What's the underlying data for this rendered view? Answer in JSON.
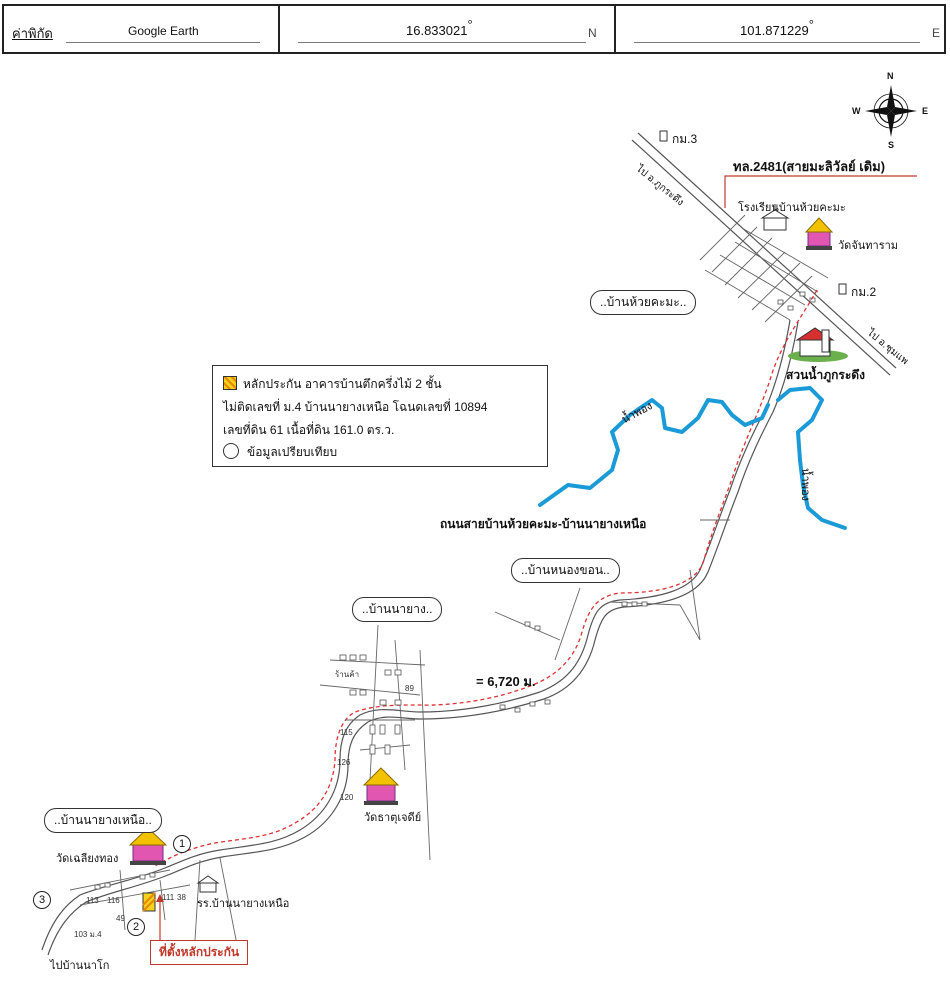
{
  "coordinates": {
    "label": "ค่าพิกัด",
    "source": "Google Earth",
    "lat": "16.833021",
    "lat_hemi": "N",
    "lon": "101.871229",
    "lon_hemi": "E",
    "degree_symbol": "°"
  },
  "compass": {
    "n": "N",
    "s": "S",
    "e": "E",
    "w": "W"
  },
  "places": {
    "km3": "กม.3",
    "km2": "กม.2",
    "to_phu_kradueng": "ไป อ.ภูกระดึง",
    "to_chumphae": "ไป อ.ชุมแพ",
    "highway": "ทล.2481(สายมะลิวัลย์ เดิม)",
    "huai_kha_ma_school": "โรงเรียนบ้านห้วยคะมะ",
    "wat_chantharam": "วัดจันทาราม",
    "ban_huai_kha_ma": "..บ้านห้วยคะมะ..",
    "suan_nam": "สวนน้ำภูกระดึง",
    "river_1": "น้ำพอง",
    "river_2": "น้ำพอง",
    "road_name": "ถนนสายบ้านห้วยคะมะ-บ้านนายางเหนือ",
    "ban_nong_khon": "..บ้านหนองขอน..",
    "ban_na_yang": "..บ้านนายาง..",
    "distance": "= 6,720 ม.",
    "shop": "ร้านค้า",
    "wat_that_chedi": "วัดธาตุเจดีย์",
    "ban_na_yang_nuea": "..บ้านนายางเหนือ..",
    "wat_chaliang_thong": "วัดเฉลียงทอง",
    "school_na_yang_nuea": "รร.บ้านนายางเหนือ",
    "to_na_kho": "ไปบ้านนาโก",
    "collateral_site": "ที่ตั้งหลักประกัน"
  },
  "house_numbers": {
    "n89": "89",
    "n115": "115",
    "n126": "126",
    "n120": "120",
    "n111": "111",
    "n38": "38",
    "n113": "113",
    "n116": "116",
    "n49": "49",
    "n103": "103 ม.4"
  },
  "comparables": [
    "1",
    "2",
    "3"
  ],
  "legend": {
    "line1": "หลักประกัน อาคารบ้านตึกครึ่งไม้ 2 ชั้น",
    "line2": "ไม่ติดเลขที่ ม.4 บ้านนายางเหนือ โฉนดเลขที่ 10894",
    "line3": "เลขที่ดิน 61 เนื้อที่ดิน 161.0 ตร.ว.",
    "line4": "ข้อมูลเปรียบเทียบ"
  },
  "colors": {
    "river": "#1a9ad6",
    "route": "#dd3333",
    "collateral_fill": "#f6d01e",
    "site_label": "#c0392b"
  }
}
